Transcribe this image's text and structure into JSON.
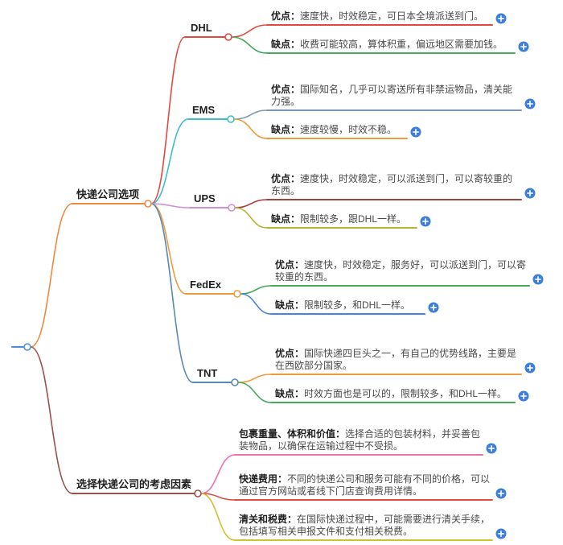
{
  "canvas": {
    "background": "#ffffff"
  },
  "mindmap": {
    "root": {
      "color": "#4a90d9"
    },
    "plus_color": "#3d7edb",
    "topic1": {
      "label": "快递公司选项",
      "color": "#ed8a3f",
      "children": {
        "dhl": {
          "label": "DHL",
          "color": "#e2493d",
          "pros": {
            "label": "优点：",
            "text": "速度快，时效稳定，可日本全境派送到门。",
            "color": "#e2493d"
          },
          "cons": {
            "label": "缺点：",
            "text": "收费可能较高，算体积重，偏远地区需要加钱。",
            "color": "#48a95c"
          }
        },
        "ems": {
          "label": "EMS",
          "color": "#3bbccc",
          "pros": {
            "label": "优点：",
            "text": "国际知名，几乎可以寄送所有非禁运物品，清关能力强。",
            "color": "#7d99b3"
          },
          "cons": {
            "label": "缺点：",
            "text": "速度较慢，时效不稳。",
            "color": "#f09a3e"
          }
        },
        "ups": {
          "label": "UPS",
          "color": "#cf8fd6",
          "pros": {
            "label": "优点：",
            "text": "速度快，时效稳定，可以派送到门，可以寄较重的东西。",
            "color": "#a34440"
          },
          "cons": {
            "label": "缺点：",
            "text": "限制较多，跟DHL一样。",
            "color": "#b8b233"
          }
        },
        "fedex": {
          "label": "FedEx",
          "color": "#f09a3e",
          "pros": {
            "label": "优点：",
            "text": "速度快，时效稳定，服务好，可以派送到门，可以寄较重的东西。",
            "color": "#48a95c"
          },
          "cons": {
            "label": "缺点：",
            "text": "限制较多，和DHL一样。",
            "color": "#4585dd"
          }
        },
        "tnt": {
          "label": "TNT",
          "color": "#5a8ab4",
          "pros": {
            "label": "优点：",
            "text": "国际快递四巨头之一，有自己的优势线路，主要是在西欧部分国家。",
            "color": "#f09a3e"
          },
          "cons": {
            "label": "缺点：",
            "text": "时效方面也是可以的，限制较多，和DHL一样。",
            "color": "#48a95c"
          }
        }
      }
    },
    "topic2": {
      "label": "选择快递公司的考虑因素",
      "color": "#9c5050",
      "children": {
        "packaging": {
          "label": "包裹重量、体积和价值：",
          "text": "选择合适的包装材料，并妥善包装物品，以确保在运输过程中不受损。",
          "color": "#ee72b2"
        },
        "cost": {
          "label": "快递费用：",
          "text": "不同的快递公司和服务可能有不同的价格，可以通过官方网站或者线下门店查询费用详情。",
          "color": "#dd4f44"
        },
        "customs": {
          "label": "清关和税费：",
          "text": "在国际快递过程中，可能需要进行清关手续，包括填写相关申报文件和支付相关税费。",
          "color": "#cdc22f"
        }
      }
    }
  }
}
